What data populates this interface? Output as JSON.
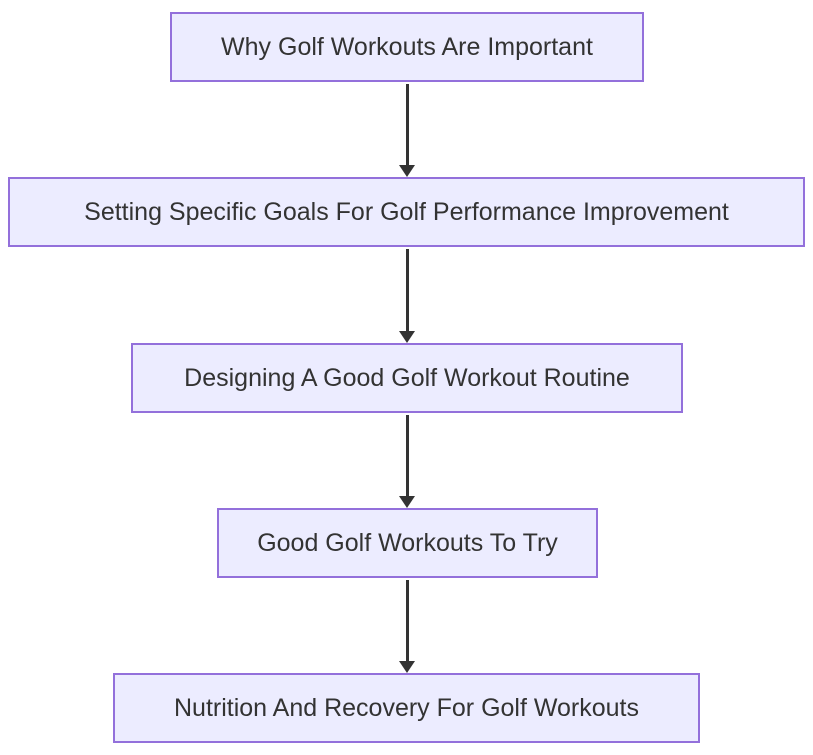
{
  "diagram": {
    "type": "flowchart",
    "direction": "top-down",
    "nodes": [
      {
        "id": "node-1",
        "label": "Why Golf Workouts Are Important"
      },
      {
        "id": "node-2",
        "label": "Setting Specific Goals For Golf Performance Improvement"
      },
      {
        "id": "node-3",
        "label": "Designing A Good Golf Workout Routine"
      },
      {
        "id": "node-4",
        "label": "Good Golf Workouts To Try"
      },
      {
        "id": "node-5",
        "label": "Nutrition And Recovery For Golf Workouts"
      }
    ],
    "edges": [
      {
        "from": "node-1",
        "to": "node-2",
        "style": "arrow-down"
      },
      {
        "from": "node-2",
        "to": "node-3",
        "style": "arrow-down"
      },
      {
        "from": "node-3",
        "to": "node-4",
        "style": "arrow-down"
      },
      {
        "from": "node-4",
        "to": "node-5",
        "style": "arrow-down"
      }
    ],
    "colors": {
      "node_fill": "#ECECFF",
      "node_border": "#9370DB",
      "node_text": "#333333",
      "arrow": "#333333",
      "background": "#FFFFFF"
    }
  }
}
